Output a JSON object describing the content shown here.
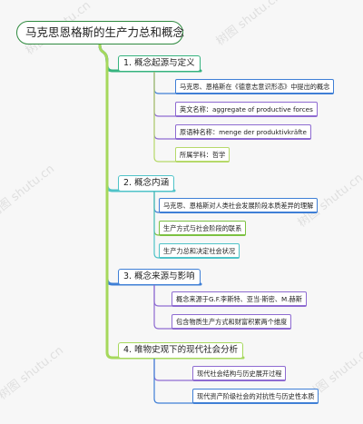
{
  "diagram": {
    "root": {
      "label": "马克思恩格斯的生产力总和概念"
    },
    "sections": [
      {
        "label": "1. 概念起源与定义",
        "color": "#36b37e",
        "children": [
          {
            "label": "马克思、恩格斯在《德意志意识形态》中提出的概念",
            "color": "#3f7fd6"
          },
          {
            "label": "英文名称：aggregate of productive forces",
            "color": "#8e6bd1"
          },
          {
            "label": "原语种名称：menge der produktivkräfte",
            "color": "#8e6bd1"
          },
          {
            "label": "所属学科：哲学",
            "color": "#b6d96a"
          }
        ]
      },
      {
        "label": "2. 概念内涵",
        "color": "#4fc3c8",
        "children": [
          {
            "label": "马克思、恩格斯对人类社会发展阶段本质差异的理解",
            "color": "#3f7fd6"
          },
          {
            "label": "生产方式与社会阶段的联系",
            "color": "#7cc142"
          },
          {
            "label": "生产力总和决定社会状况",
            "color": "#4fc3c8"
          }
        ]
      },
      {
        "label": "3. 概念来源与影响",
        "color": "#3f7fd6",
        "children": [
          {
            "label": "概念来源于G.F.李斯特、亚当·斯密、M.赫斯",
            "color": "#8e6bd1"
          },
          {
            "label": "包含物质生产方式和财富积累两个维度",
            "color": "#8e6bd1"
          }
        ]
      },
      {
        "label": "4. 唯物史观下的现代社会分析",
        "color": "#a6d85c",
        "children": [
          {
            "label": "现代社会结构与历史展开过程",
            "color": "#8e6bd1"
          },
          {
            "label": "现代资产阶级社会的对抗性与历史性本质",
            "color": "#3f7fd6"
          }
        ]
      }
    ]
  },
  "watermark": {
    "text": "树图 shutu.cn",
    "color": "#bbbbbb"
  }
}
